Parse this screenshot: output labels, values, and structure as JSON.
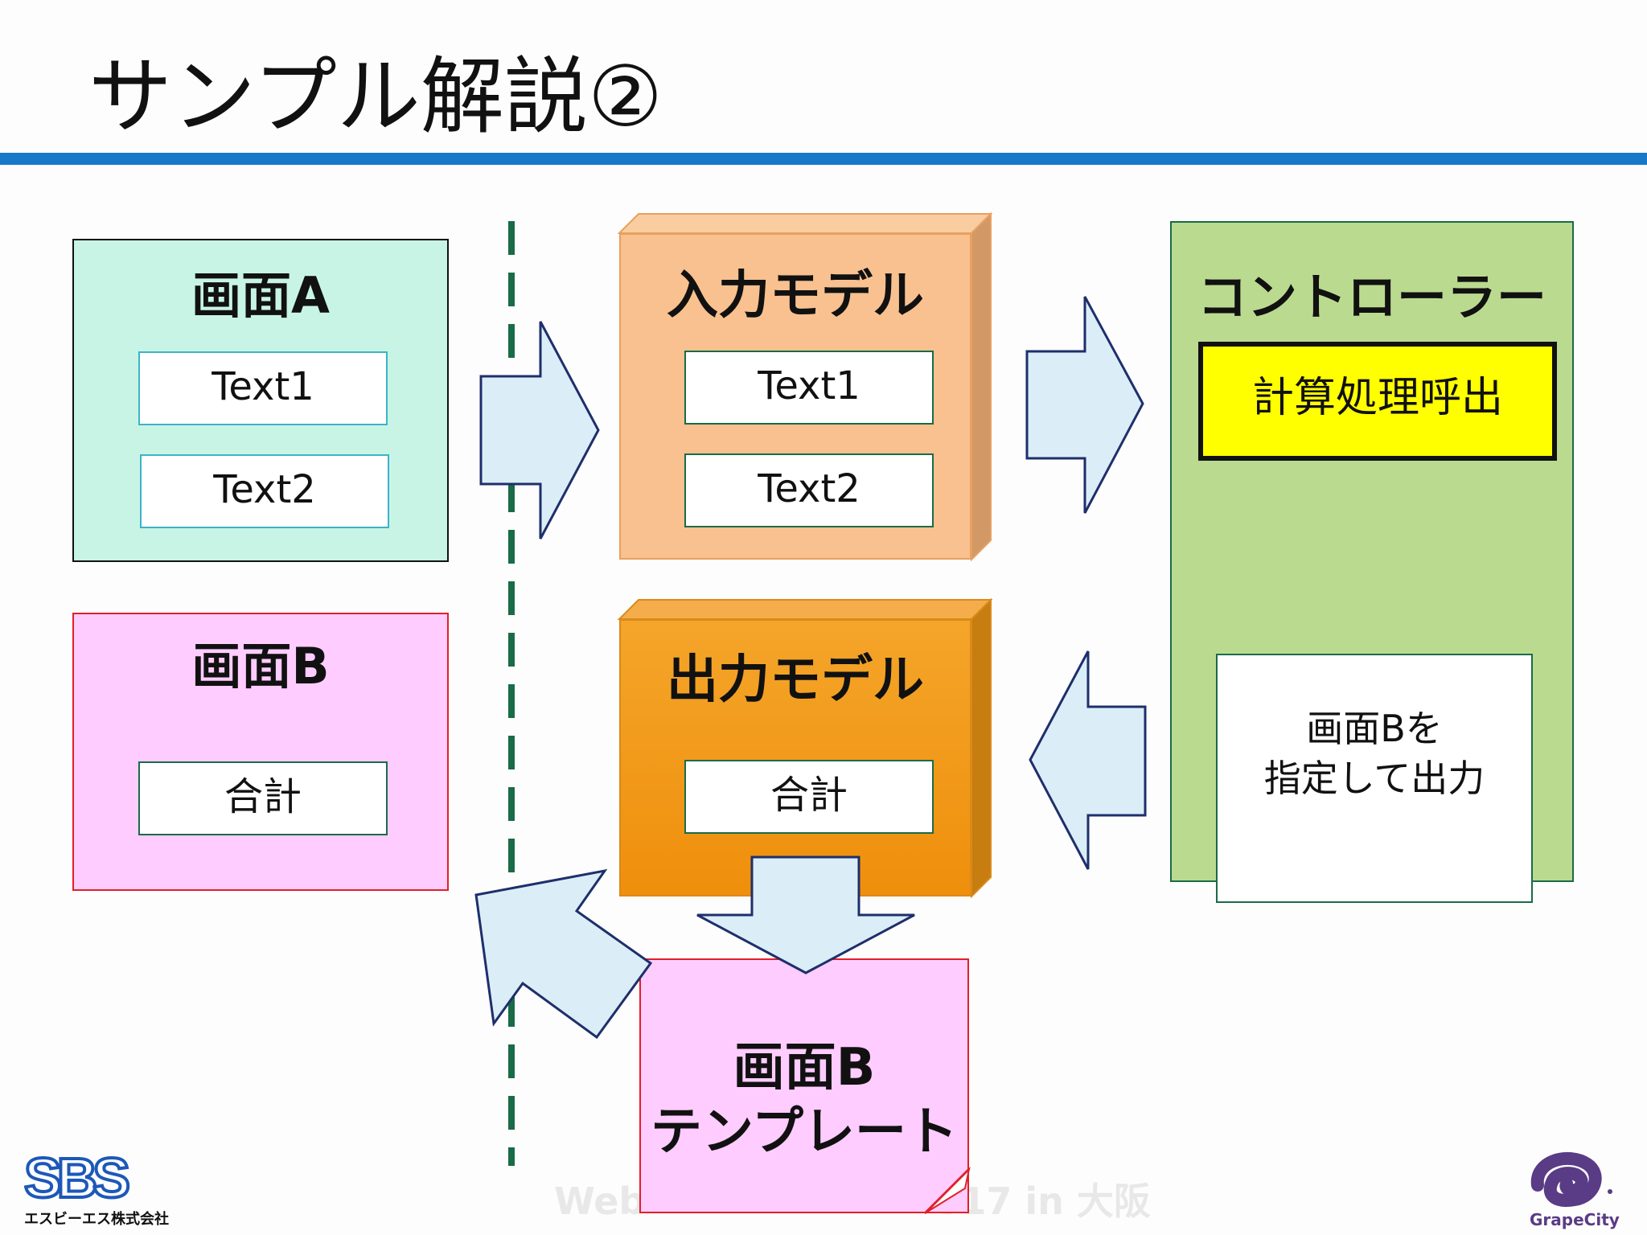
{
  "title": "サンプル解説②",
  "screen_a": {
    "title": "画面A",
    "fields": [
      "Text1",
      "Text2"
    ]
  },
  "screen_b": {
    "title": "画面B",
    "field": "合計"
  },
  "input_model": {
    "title": "入力モデル",
    "fields": [
      "Text1",
      "Text2"
    ]
  },
  "output_model": {
    "title": "出力モデル",
    "field": "合計"
  },
  "controller": {
    "title": "コントローラー",
    "call_box": "計算処理呼出",
    "output_box": [
      "画面Bを",
      "指定して出力"
    ]
  },
  "template": {
    "line1": "画面B",
    "line2": "テンプレート"
  },
  "footer": "Web",
  "footer_right": "017 in 大阪",
  "logos": {
    "left_company": "エスビーエス株式会社",
    "left_mark": "SBS",
    "right": "GrapeCity"
  },
  "colors": {
    "accent_bar": "#1779c7",
    "screen_a_fill": "#c8f4e6",
    "screen_b_fill": "#ffccff",
    "input_model_fill": "#f8c18f",
    "output_model_fill": "#f39a17",
    "controller_fill": "#badb8f",
    "call_box_fill": "#ffff00",
    "arrow_fill": "#dbeef8",
    "divider": "#1a6b48"
  }
}
